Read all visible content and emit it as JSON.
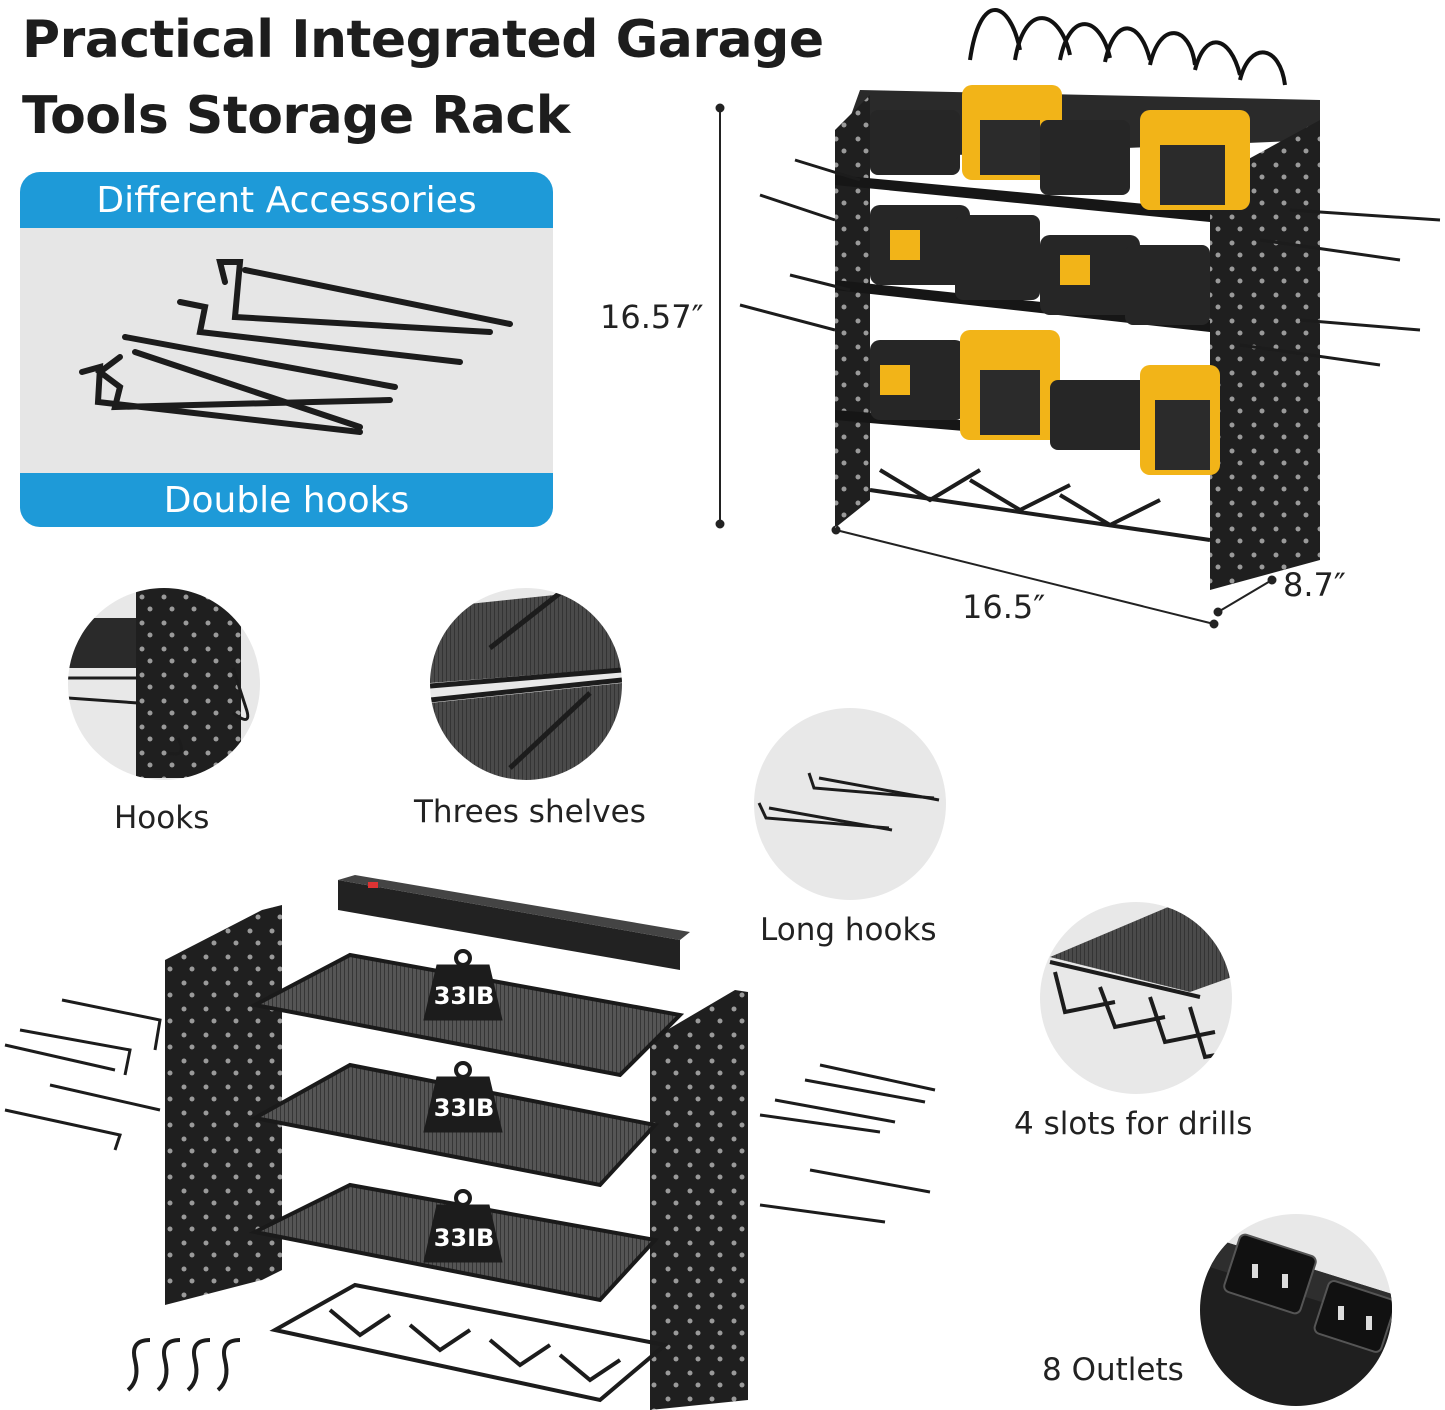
{
  "title": {
    "line1": "Practical Integrated Garage",
    "line2": "Tools Storage Rack"
  },
  "accessories_panel": {
    "header": "Different Accessories",
    "footer": "Double hooks"
  },
  "dimensions": {
    "height": "16.57″",
    "width": "16.5″",
    "depth": "8.7″"
  },
  "features": {
    "hooks": "Hooks",
    "shelves": "Threes shelves",
    "long_hooks": "Long hooks",
    "drill_slots": "4 slots for drills",
    "outlets": "8 Outlets"
  },
  "shelf_weights": [
    "33IB",
    "33IB",
    "33IB"
  ],
  "colors": {
    "accent_blue": "#1e9ad8",
    "rack_black": "#1f1f1f",
    "battery_yellow": "#f2b418",
    "panel_grey": "#e6e6e6"
  }
}
